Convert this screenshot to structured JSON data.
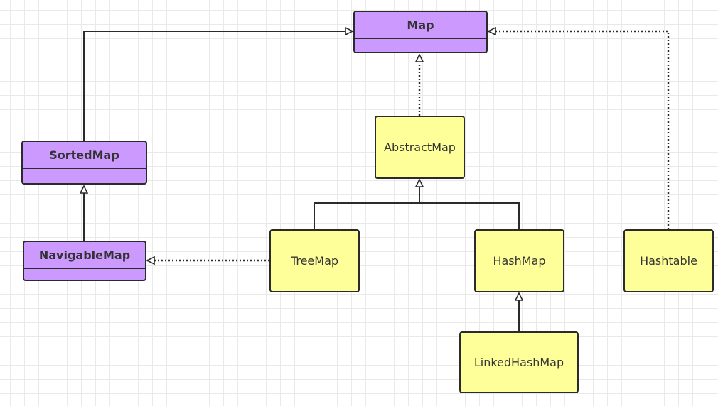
{
  "diagram": {
    "interfaces": {
      "map": "Map",
      "sorted_map": "SortedMap",
      "navigable_map": "NavigableMap"
    },
    "classes": {
      "abstract_map": "AbstractMap",
      "tree_map": "TreeMap",
      "hash_map": "HashMap",
      "hashtable": "Hashtable",
      "linked_hash_map": "LinkedHashMap"
    },
    "colors": {
      "interface_fill": "#cc99ff",
      "class_fill": "#ffff99",
      "stroke": "#2b2b2b"
    },
    "relations": [
      {
        "from": "sorted_map",
        "to": "map",
        "kind": "extends"
      },
      {
        "from": "navigable_map",
        "to": "sorted_map",
        "kind": "extends"
      },
      {
        "from": "abstract_map",
        "to": "map",
        "kind": "implements"
      },
      {
        "from": "hashtable",
        "to": "map",
        "kind": "implements"
      },
      {
        "from": "tree_map",
        "to": "navigable_map",
        "kind": "implements"
      },
      {
        "from": "tree_map",
        "to": "abstract_map",
        "kind": "extends"
      },
      {
        "from": "hash_map",
        "to": "abstract_map",
        "kind": "extends"
      },
      {
        "from": "linked_hash_map",
        "to": "hash_map",
        "kind": "extends"
      }
    ]
  }
}
